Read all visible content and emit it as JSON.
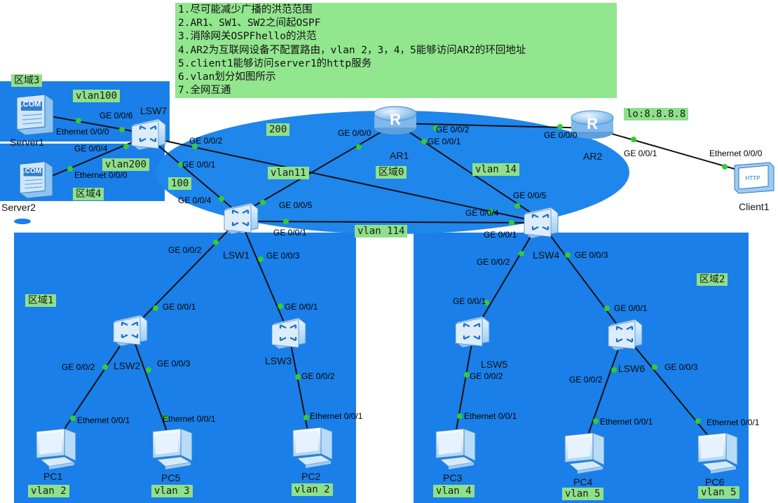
{
  "colors": {
    "area_blue": "#1a7fe8",
    "ellipse_blue": "#1f86ec",
    "tag_green": "#8fe08a",
    "link": "#111111",
    "port_dot": "#33cc33"
  },
  "requirements": [
    "1.尽可能减少广播的洪范范围",
    "2.AR1、SW1、SW2之间起OSPF",
    "3.消除网关OSPFhello的洪范",
    "4.AR2为互联网设备不配置路由，vlan 2，3，4，5能够访问AR2的环回地址",
    "5.client1能够访问server1的http服务",
    "6.vlan划分如图所示",
    "7.全网互通"
  ],
  "area_tags": {
    "area3": "区域3",
    "area4": "区域4",
    "area0": "区域0",
    "area1": "区域1",
    "area2": "区域2"
  },
  "vlan_tags": {
    "vlan100": "vlan100",
    "vlan200": "vlan200",
    "v200": "200",
    "v100": "100",
    "vlan11": "vlan11",
    "vlan14": "vlan 14",
    "vlan114": "vlan 114",
    "loopback": "lo:8.8.8.8",
    "pc1": "vlan 2",
    "pc5": "vlan 3",
    "pc2": "vlan 2",
    "pc3": "vlan 4",
    "pc4": "vlan 5",
    "pc6": "vlan 5"
  },
  "devices": {
    "ar1": "AR1",
    "ar2": "AR2",
    "lsw7": "LSW7",
    "lsw1": "LSW1",
    "lsw4": "LSW4",
    "lsw2": "LSW2",
    "lsw3": "LSW3",
    "lsw5": "LSW5",
    "lsw6": "LSW6",
    "server1": "Server1",
    "server2": "Server2",
    "client1": "Client1",
    "pc1": "PC1",
    "pc5": "PC5",
    "pc2": "PC2",
    "pc3": "PC3",
    "pc4": "PC4",
    "pc6": "PC6"
  },
  "ports": {
    "lsw7_g006": "GE 0/0/6",
    "s1_eth": "Ethernet 0/0/0",
    "lsw7_g004": "GE 0/0/4",
    "s2_eth": "Ethernet 0/0/0",
    "lsw7_g002": "GE 0/0/2",
    "lsw7_g001": "GE 0/0/1",
    "ar1_g000": "GE 0/0/0",
    "ar1_g002": "GE 0/0/2",
    "ar1_g001": "GE 0/0/1",
    "ar2_g000": "GE 0/0/0",
    "ar2_g001": "GE 0/0/1",
    "client_eth": "Ethernet 0/0/0",
    "lsw1_g004": "GE 0/0/4",
    "lsw1_g005": "GE 0/0/5",
    "lsw1_g001": "GE 0/0/1",
    "lsw1_g002": "GE 0/0/2",
    "lsw1_g003": "GE 0/0/3",
    "lsw4_g005": "GE 0/0/5",
    "lsw4_g004": "GE 0/0/4",
    "lsw4_g001": "GE 0/0/1",
    "lsw4_g002": "GE 0/0/2",
    "lsw4_g003": "GE 0/0/3",
    "lsw2_g001": "GE 0/0/1",
    "lsw2_g002": "GE 0/0/2",
    "lsw2_g003": "GE 0/0/3",
    "lsw3_g001": "GE 0/0/1",
    "lsw3_g002": "GE 0/0/2",
    "lsw5_g001": "GE 0/0/1",
    "lsw5_g002": "GE 0/0/2",
    "lsw6_g001": "GE 0/0/1",
    "lsw6_g002": "GE 0/0/2",
    "lsw6_g003": "GE 0/0/3",
    "pc1_eth": "Ethernet 0/0/1",
    "pc5_eth": "Ethernet 0/0/1",
    "pc2_eth": "Ethernet 0/0/1",
    "pc3_eth": "Ethernet 0/0/1",
    "pc4_eth": "Ethernet 0/0/1",
    "pc6_eth": "Ethernet 0/0/1"
  },
  "server_badge": ".COM",
  "client_badge": "HTTP"
}
